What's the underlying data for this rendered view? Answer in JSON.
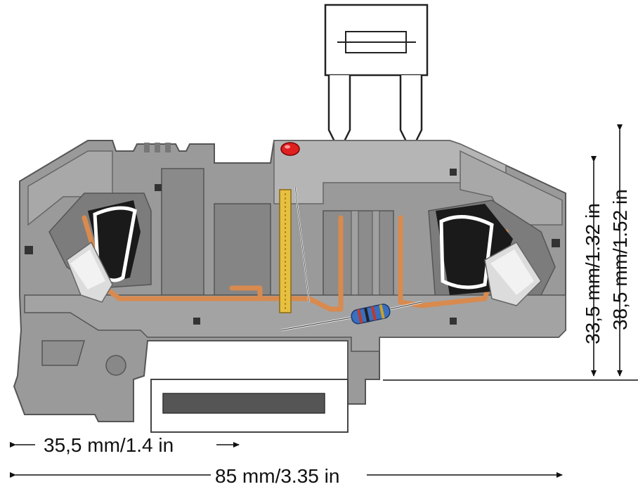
{
  "dimensions": {
    "width_bottom": "85 mm/3.35 in",
    "width_left": "35,5 mm/1.4 in",
    "height_outer": "38,5 mm/1.52 in",
    "height_inner": "33,5 mm/1.32 in"
  },
  "colors": {
    "housing": "#9a9a9a",
    "housing_light": "#b5b5b5",
    "housing_dark": "#6e6e6e",
    "copper": "#d98a4e",
    "led": "#e02020",
    "spring": "#ffffff",
    "clamp_black": "#1a1a1a",
    "test_probe": "#e8c040",
    "resistor_body": "#3a6fbf",
    "fuse_outline": "#222222"
  },
  "icons": [
    "fuse-plug-icon",
    "led-indicator-icon",
    "resistor-icon",
    "din-rail-icon"
  ]
}
